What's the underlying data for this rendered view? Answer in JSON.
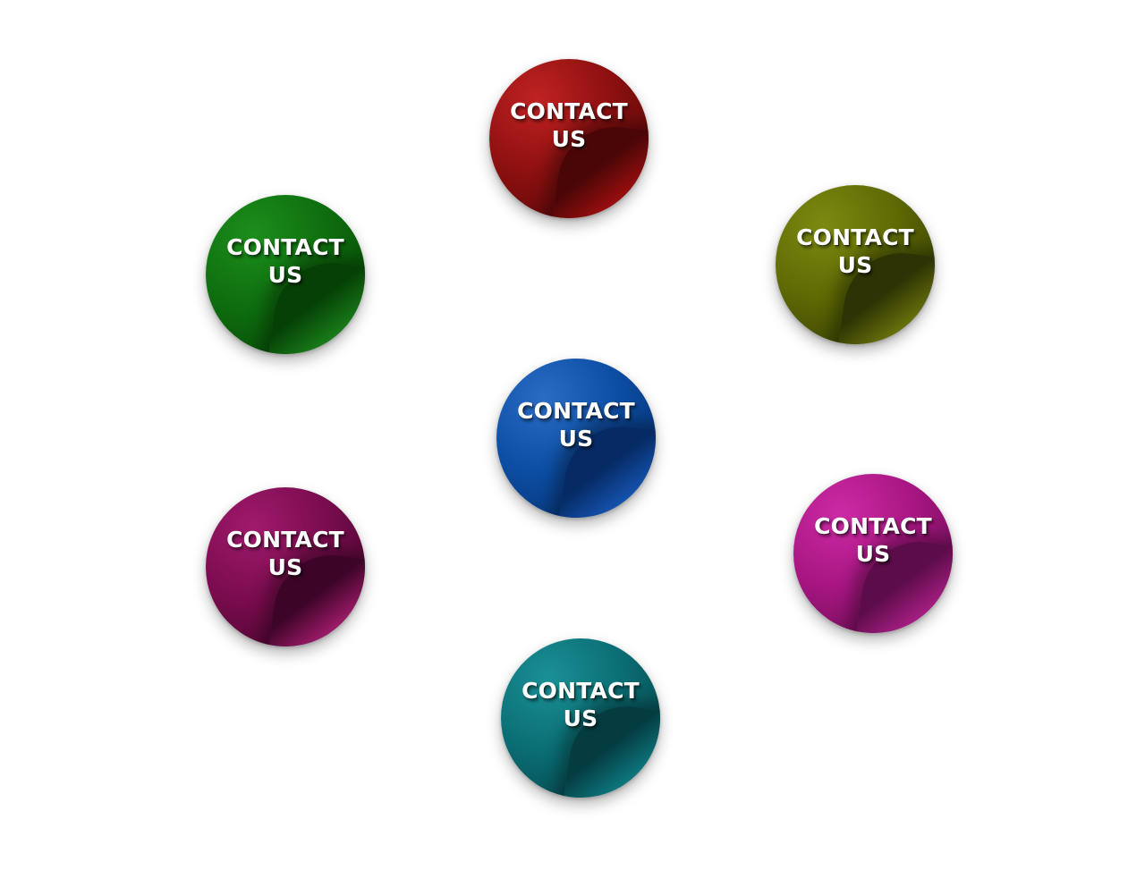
{
  "stickers": [
    {
      "id": "red",
      "line1": "CONTACT",
      "line2": "US",
      "color": "#8e1010",
      "light": "#c02222",
      "dark": "#4a0606",
      "curl": "#d21414"
    },
    {
      "id": "olive",
      "line1": "CONTACT",
      "line2": "US",
      "color": "#5e6a04",
      "light": "#7c8a10",
      "dark": "#2d3304",
      "curl": "#8f9c10"
    },
    {
      "id": "green",
      "line1": "CONTACT",
      "line2": "US",
      "color": "#0e6e0e",
      "light": "#1c8e1c",
      "dark": "#064006",
      "curl": "#25a625"
    },
    {
      "id": "blue",
      "line1": "CONTACT",
      "line2": "US",
      "color": "#0c4ea4",
      "light": "#2a6cc4",
      "dark": "#062a64",
      "curl": "#1e6ee0"
    },
    {
      "id": "magenta",
      "line1": "CONTACT",
      "line2": "US",
      "color": "#a81682",
      "light": "#cc2aa4",
      "dark": "#5c0c48",
      "curl": "#d82aac"
    },
    {
      "id": "plum",
      "line1": "CONTACT",
      "line2": "US",
      "color": "#7a0c4e",
      "light": "#a01a6c",
      "dark": "#3c0426",
      "curl": "#e02a96"
    },
    {
      "id": "teal",
      "line1": "CONTACT",
      "line2": "US",
      "color": "#0a6e74",
      "light": "#1a9096",
      "dark": "#043c40",
      "curl": "#12a0a8"
    }
  ]
}
